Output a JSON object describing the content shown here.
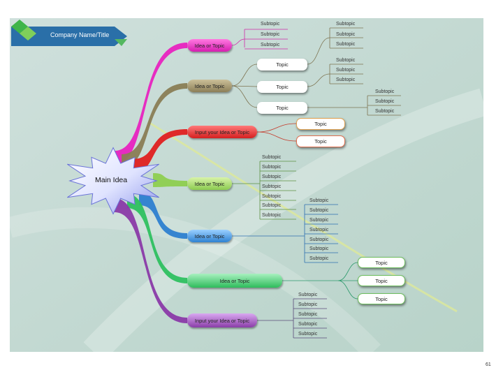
{
  "header": {
    "company_title": "Company Name/Title"
  },
  "central": {
    "label": "Main Idea"
  },
  "branches": [
    {
      "label": "Idea or Topic",
      "color": "#e823c0"
    },
    {
      "label": "Idea or Topic",
      "color": "#8a7d55"
    },
    {
      "label": "Input your Idea or Topic",
      "color": "#e02020"
    },
    {
      "label": "Idea or Topic",
      "color": "#8ecf50"
    },
    {
      "label": "Idea or Topic",
      "color": "#2d7fd0"
    },
    {
      "label": "Idea or Topic",
      "color": "#2ec060"
    },
    {
      "label": "Input your Idea or Topic",
      "color": "#8a3aa8"
    }
  ],
  "branch1_subtopics": [
    "Subtopic",
    "Subtopic",
    "Subtopic"
  ],
  "branch2_topics": [
    "Topic",
    "Topic",
    "Topic"
  ],
  "branch2_topic1_subtopics": [
    "Subtopic",
    "Subtopic",
    "Subtopic"
  ],
  "branch2_topic2_subtopics": [
    "Subtopic",
    "Subtopic",
    "Subtopic"
  ],
  "branch2_topic3_subtopics": [
    "Subtopic",
    "Subtopic",
    "Subtopic"
  ],
  "branch3_topics": [
    "Topic",
    "Topic"
  ],
  "branch4_subtopics": [
    "Subtopic",
    "Subtopic",
    "Subtopic",
    "Subtopic",
    "Subtopic",
    "Subtopic",
    "Subtopic"
  ],
  "branch5_subtopics": [
    "Subtopic",
    "Subtopic",
    "Subtopic",
    "Subtopic",
    "Subtopic",
    "Subtopic",
    "Subtopic"
  ],
  "branch6_topics": [
    "Topic",
    "Topic",
    "Topic"
  ],
  "branch7_subtopics": [
    "Subtopic",
    "Subtopic",
    "Subtopic",
    "Subtopic",
    "Subtopic"
  ],
  "footer": {
    "page_number": "61"
  }
}
